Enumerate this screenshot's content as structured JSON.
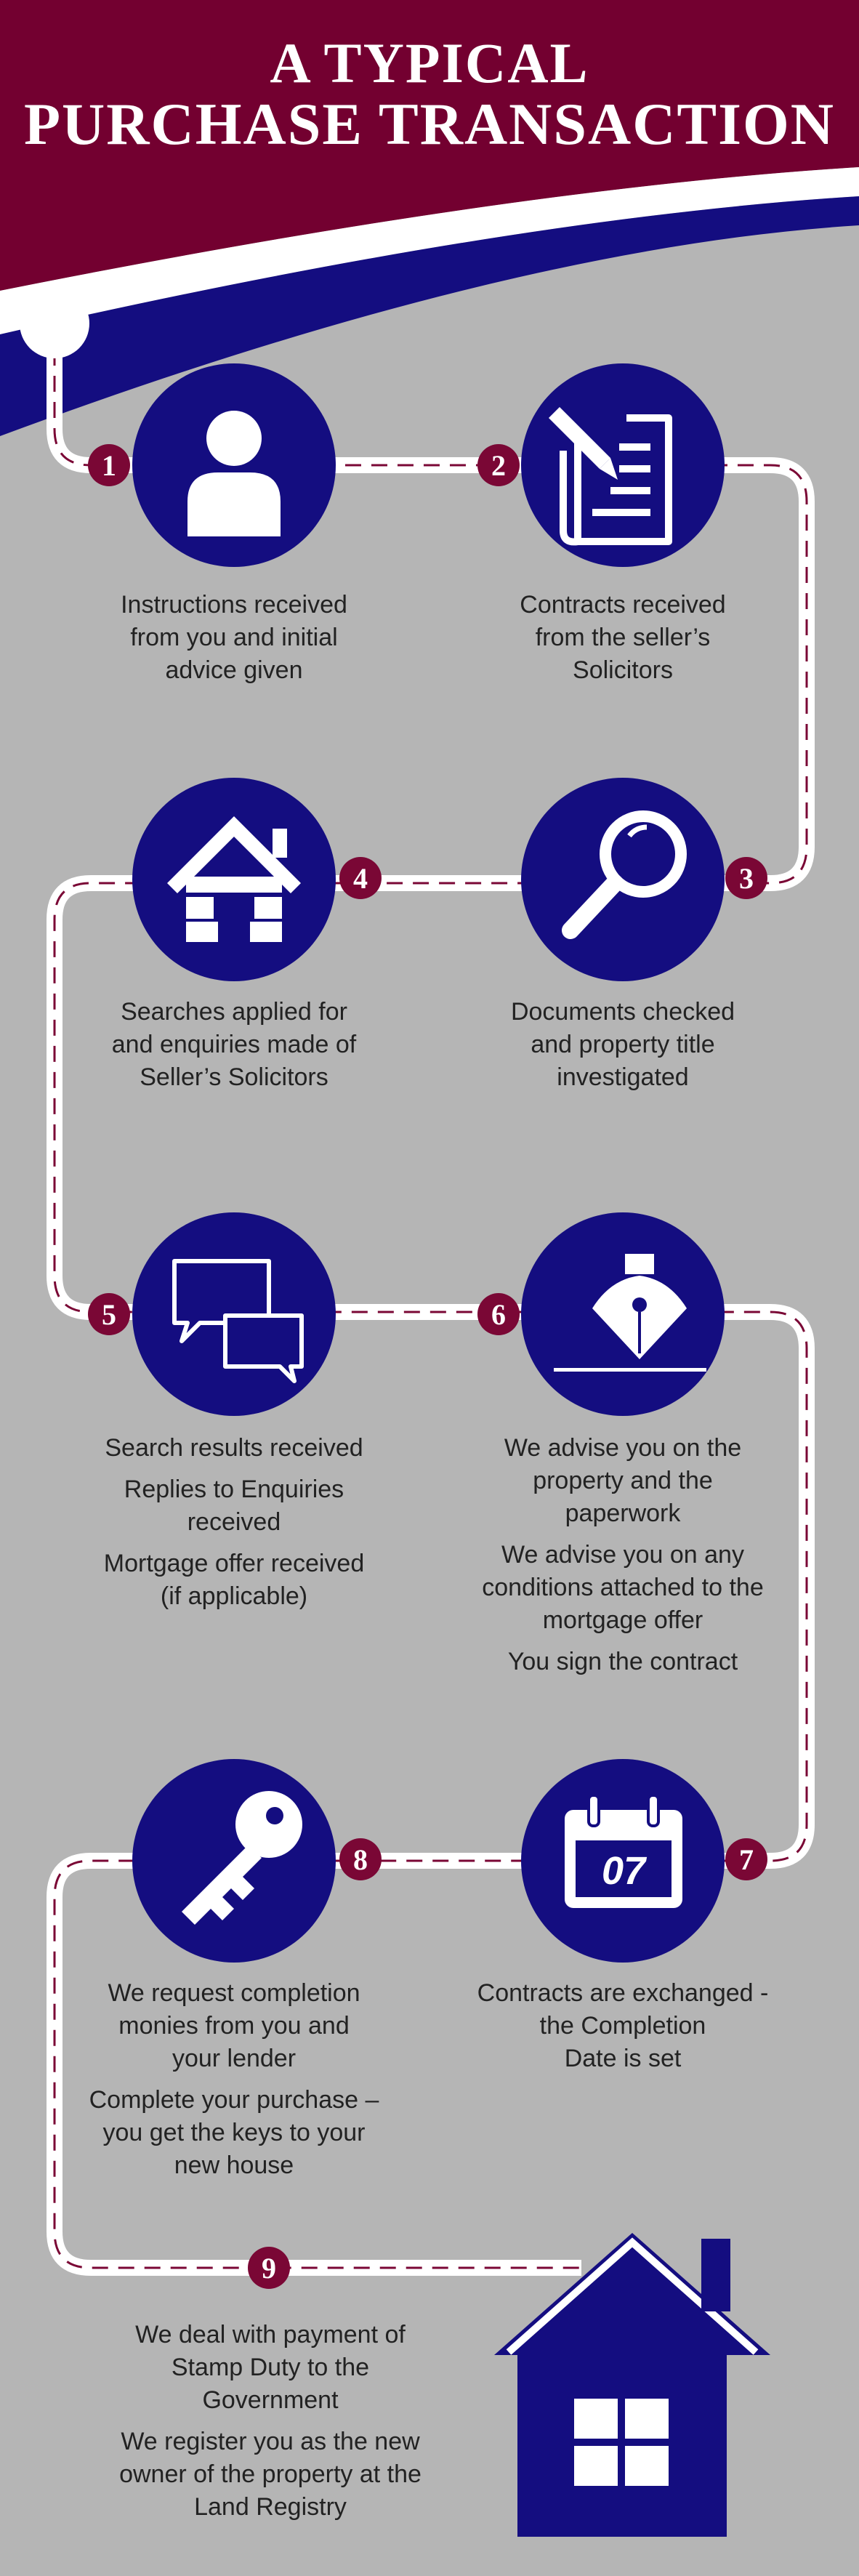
{
  "header": {
    "title_line1": "A TYPICAL",
    "title_line2": "PURCHASE TRANSACTION"
  },
  "colors": {
    "banner": "#730030",
    "accent_navy": "#140d80",
    "background": "#b5b5b5",
    "number_badge": "#7a0735",
    "path": "#ffffff"
  },
  "steps": [
    {
      "number": "1",
      "icon": "person-icon",
      "lines": [
        "Instructions received",
        "from you and initial",
        "advice given"
      ]
    },
    {
      "number": "2",
      "icon": "contract-document-icon",
      "lines": [
        "Contracts received",
        "from the seller’s",
        "Solicitors"
      ]
    },
    {
      "number": "3",
      "icon": "magnifying-glass-icon",
      "lines": [
        "Documents checked",
        "and property title",
        "investigated"
      ]
    },
    {
      "number": "4",
      "icon": "house-icon",
      "lines": [
        "Searches applied for",
        "and enquiries made of",
        "Seller’s Solicitors"
      ]
    },
    {
      "number": "5",
      "icon": "speech-bubbles-icon",
      "paragraphs": [
        [
          "Search results received"
        ],
        [
          "Replies to Enquiries",
          "received"
        ],
        [
          "Mortgage offer received",
          "(if applicable)"
        ]
      ]
    },
    {
      "number": "6",
      "icon": "fountain-pen-icon",
      "paragraphs": [
        [
          "We advise you on the",
          "property and the",
          "paperwork"
        ],
        [
          "We advise you on any",
          "conditions attached to the",
          "mortgage offer"
        ],
        [
          "You sign the contract"
        ]
      ]
    },
    {
      "number": "7",
      "icon": "calendar-icon",
      "calendar_date": "07",
      "lines": [
        "Contracts are exchanged -",
        "the Completion",
        "Date is set"
      ]
    },
    {
      "number": "8",
      "icon": "key-icon",
      "paragraphs": [
        [
          "We request completion",
          "monies from you and",
          "your lender"
        ],
        [
          "Complete your purchase –",
          "you get the keys to your",
          "new house"
        ]
      ]
    },
    {
      "number": "9",
      "icon": "large-house-icon",
      "paragraphs": [
        [
          "We deal with payment of",
          "Stamp Duty to the",
          "Government"
        ],
        [
          "We register you as the new",
          "owner of the property at the",
          "Land Registry"
        ]
      ]
    }
  ]
}
